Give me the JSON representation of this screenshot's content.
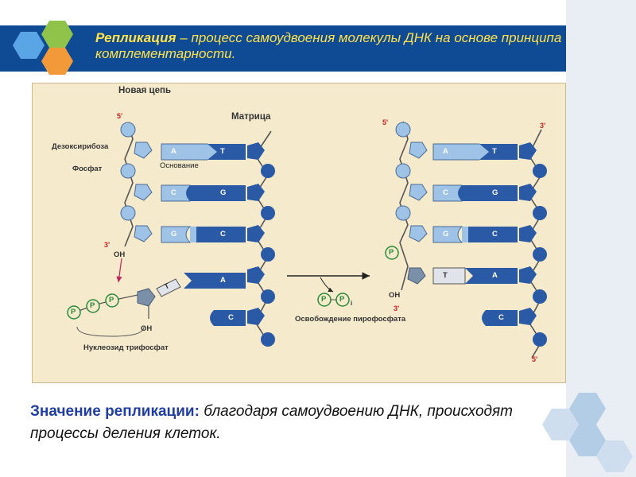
{
  "header": {
    "title_bold": "Репликация",
    "title_rest": " – процесс самоудвоения молекулы ДНК на основе принципа комплементарности."
  },
  "diagram": {
    "new_chain_label": "Новая цепь",
    "template_label": "Матрица",
    "deoxyribose_label": "Дезоксирибоза",
    "phosphate_label": "Фосфат",
    "base_label": "Основание",
    "end_5": "5'",
    "end_3": "3'",
    "oh": "OH",
    "nucleoside_label": "Нуклеозид трифосфат",
    "pyrophosphate_label": "Освобождение пирофосфата",
    "phosphate_symbol": "P",
    "phosphate_i": "i",
    "left_pairs": [
      [
        "A",
        "T"
      ],
      [
        "C",
        "G"
      ],
      [
        "G",
        "C"
      ]
    ],
    "right_pairs": [
      [
        "A",
        "T"
      ],
      [
        "C",
        "G"
      ],
      [
        "G",
        "C"
      ],
      [
        "T",
        "A"
      ]
    ],
    "free_base_left": "A",
    "free_base_left_bottom": "C",
    "incoming_base": "T",
    "free_base_right_bottom": "C"
  },
  "footer": {
    "strong": "Значение репликации:",
    "rest": " благодаря самоудвоению ДНК,  происходят процессы деления клеток."
  },
  "colors": {
    "header_bg": "#0f4a95",
    "title_text": "#ffe24a",
    "panel_bg": "#f6eacd",
    "strand_light": "#9ec3e6",
    "strand_dark": "#2a5aa5"
  }
}
